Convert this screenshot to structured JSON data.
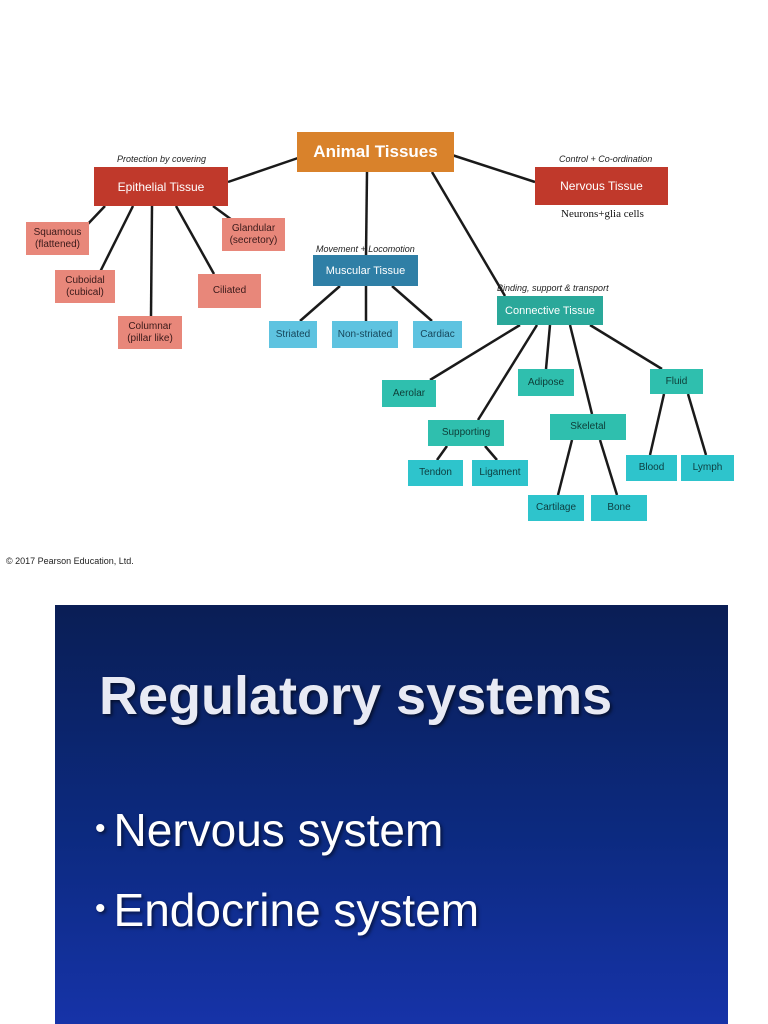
{
  "diagram": {
    "root": "Animal Tissues",
    "captions": {
      "epithelial": "Protection by covering",
      "nervous": "Control + Co-ordination",
      "muscular": "Movement + Locomotion",
      "connective": "Binding, support & transport"
    },
    "nervous_note": "Neurons+glia cells",
    "epithelial": {
      "label": "Epithelial Tissue",
      "children": [
        "Squamous\n(flattened)",
        "Cuboidal\n(cubical)",
        "Columnar\n(pillar like)",
        "Ciliated",
        "Glandular\n(secretory)"
      ]
    },
    "nervous": {
      "label": "Nervous Tissue"
    },
    "muscular": {
      "label": "Muscular Tissue",
      "children": [
        "Striated",
        "Non-striated",
        "Cardiac"
      ]
    },
    "connective": {
      "label": "Connective Tissue",
      "children": {
        "areolar": "Aerolar",
        "adipose": "Adipose",
        "supporting": "Supporting",
        "skeletal": "Skeletal",
        "fluid": "Fluid",
        "tendon": "Tendon",
        "ligament": "Ligament",
        "cartilage": "Cartilage",
        "bone": "Bone",
        "blood": "Blood",
        "lymph": "Lymph"
      }
    },
    "copyright": "© 2017 Pearson Education, Ltd."
  },
  "slide": {
    "title": "Regulatory systems",
    "bullets": [
      "Nervous system",
      "Endocrine system"
    ],
    "bullet_symbol": "•"
  },
  "colors": {
    "root": "#d9822b",
    "epithelial": "#c0392b",
    "epithelial_children": "#e8877a",
    "muscular": "#2f7fa6",
    "muscular_children": "#5ec3e0",
    "connective": "#2aa89a",
    "connective_children": "#2ec4cc",
    "slide_background": "#0c2a80"
  }
}
